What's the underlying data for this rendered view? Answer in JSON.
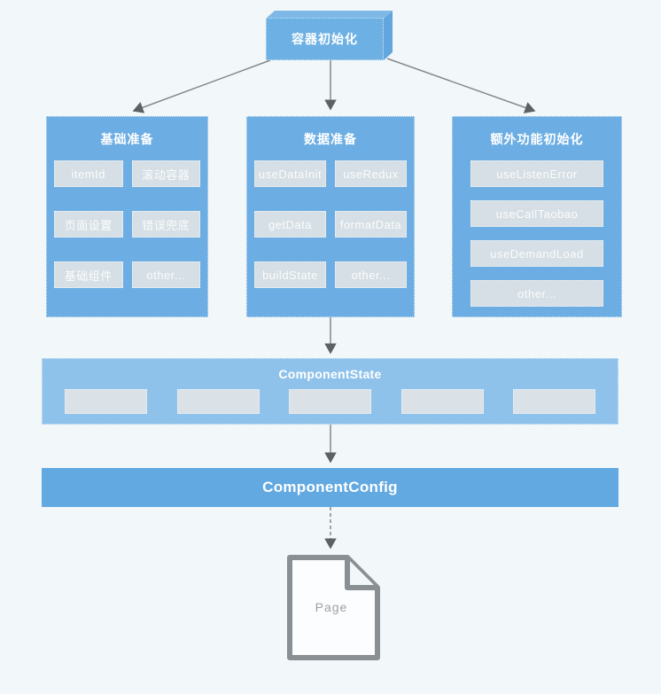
{
  "colors": {
    "background": "#f2f7f9",
    "node_blue": "#6caee3",
    "state_bar_blue": "#8fc2ea",
    "config_bar_blue": "#63a9e1",
    "item_gray": "#d6dfe5",
    "arrow_gray": "#85898d",
    "page_border_gray": "#8a8f93"
  },
  "root_node": {
    "label": "容器初始化"
  },
  "groups": [
    {
      "title": "基础准备",
      "items": [
        "itemId",
        "滚动容器",
        "页面设置",
        "错误兜底",
        "基础组件",
        "other..."
      ]
    },
    {
      "title": "数据准备",
      "items": [
        "useDataInit",
        "useRedux",
        "getData",
        "formatData",
        "buildState",
        "other..."
      ]
    },
    {
      "title": "额外功能初始化",
      "items": [
        "useListenError",
        "useCallTaobao",
        "useDemandLoad",
        "other..."
      ]
    }
  ],
  "state_bar": {
    "title": "ComponentState",
    "empty_slots": 5
  },
  "config_bar": {
    "title": "ComponentConfig"
  },
  "page_node": {
    "label": "Page"
  }
}
